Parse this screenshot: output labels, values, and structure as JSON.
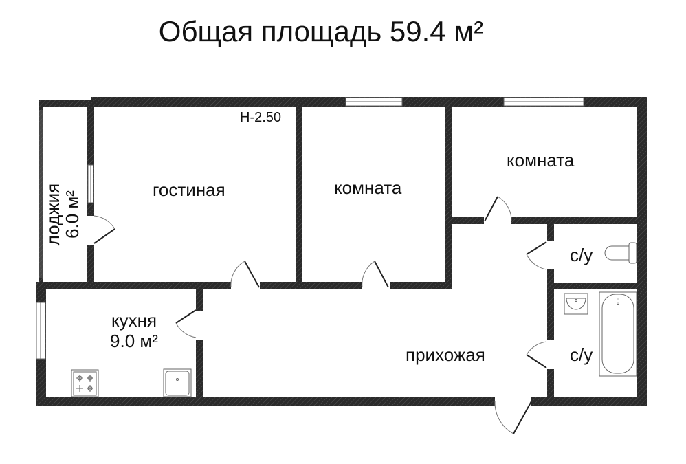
{
  "title": "Общая площадь 59.4 м²",
  "ceiling_height": "H-2.50",
  "rooms": {
    "loggia": {
      "name": "лоджия",
      "area": "6.0 м²"
    },
    "living_room": {
      "name": "гостиная"
    },
    "room_1": {
      "name": "комната"
    },
    "room_2": {
      "name": "комната"
    },
    "kitchen": {
      "name": "кухня",
      "area": "9.0 м²"
    },
    "hallway": {
      "name": "прихожая"
    },
    "toilet": {
      "name": "с/у"
    },
    "bathroom": {
      "name": "с/у"
    }
  },
  "colors": {
    "wall": "#2b2b2b",
    "background": "#ffffff",
    "fixture_line": "#555555"
  }
}
